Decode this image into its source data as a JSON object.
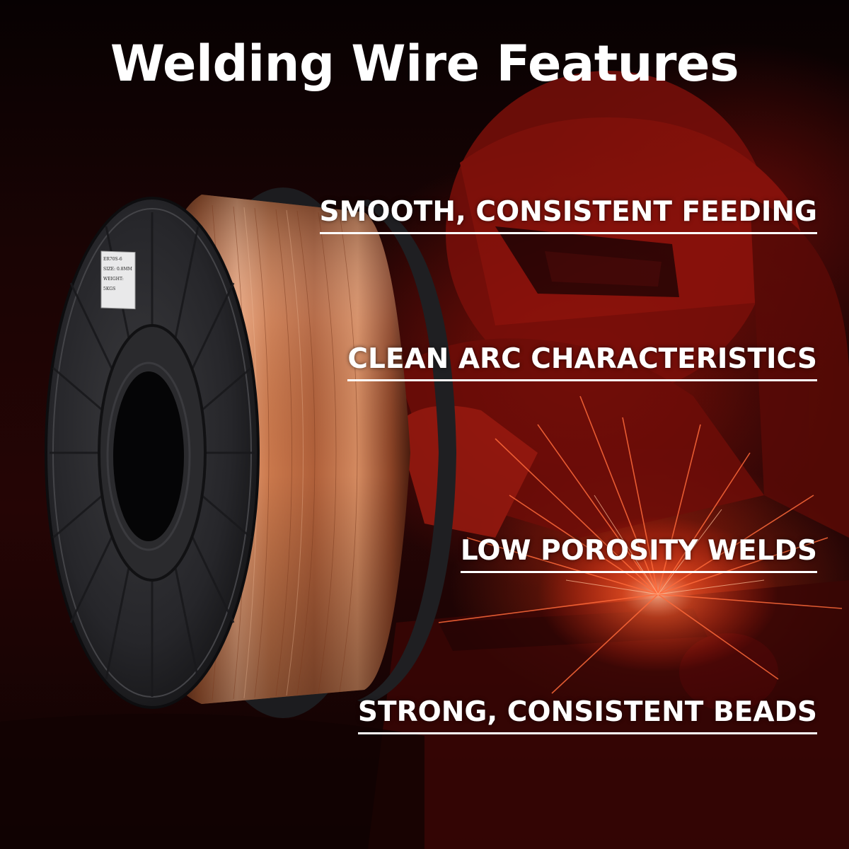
{
  "title": "Welding Wire Features",
  "features": [
    "SMOOTH, CONSISTENT FEEDING",
    "CLEAN ARC CHARACTERISTICS",
    "LOW POROSITY WELDS",
    "STRONG, CONSISTENT BEADS"
  ],
  "spool_label": {
    "lines": [
      "ER70S-6",
      "SIZE: 0.8MM",
      "WEIGHT: 5KGS"
    ]
  },
  "colors": {
    "background_red": "#b31a10",
    "copper": "#c8734a",
    "spool_plastic": "#2a2a2c",
    "text": "#ffffff"
  }
}
